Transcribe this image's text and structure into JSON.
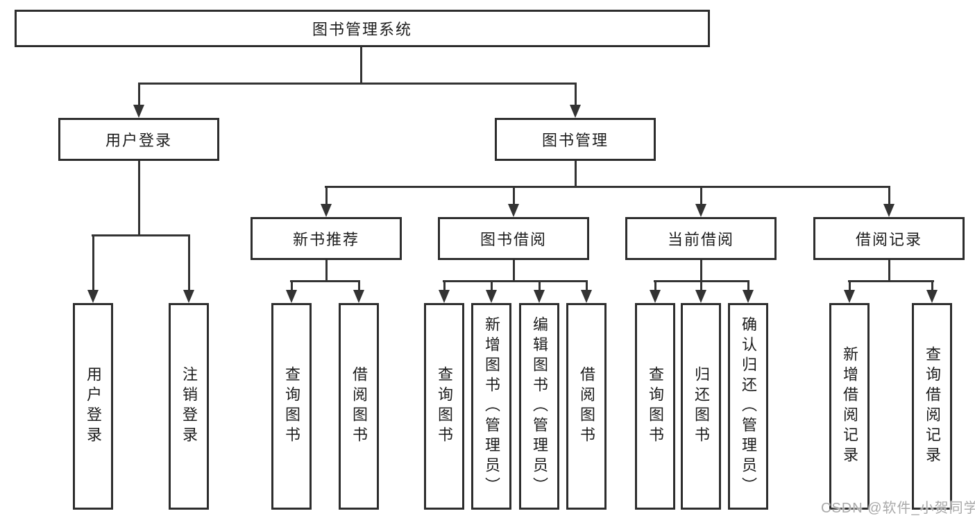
{
  "nodes": {
    "root": "图书管理系统",
    "user_login": "用户登录",
    "book_mgmt": "图书管理",
    "new_book_rec": "新书推荐",
    "book_borrow": "图书借阅",
    "current_borrow": "当前借阅",
    "borrow_record": "借阅记录",
    "leaf_user_login": "用户登录",
    "leaf_logout": "注销登录",
    "leaf_query_book_a": "查询图书",
    "leaf_borrow_book_a": "借阅图书",
    "leaf_query_book_b": "查询图书",
    "leaf_add_book": "新增图书（管理员）",
    "leaf_edit_book": "编辑图书（管理员）",
    "leaf_borrow_book_b": "借阅图书",
    "leaf_query_book_c": "查询图书",
    "leaf_return_book": "归还图书",
    "leaf_confirm_return": "确认归还（管理员）",
    "leaf_add_record": "新增借阅记录",
    "leaf_query_record": "查询借阅记录"
  },
  "watermark": "CSDN @软件_小贺同学",
  "colors": {
    "line": "#333333",
    "box_border": "#2d2d2d",
    "box_fill": "#ffffff",
    "text": "#1c1c1c",
    "watermark": "#a9a9a9"
  }
}
